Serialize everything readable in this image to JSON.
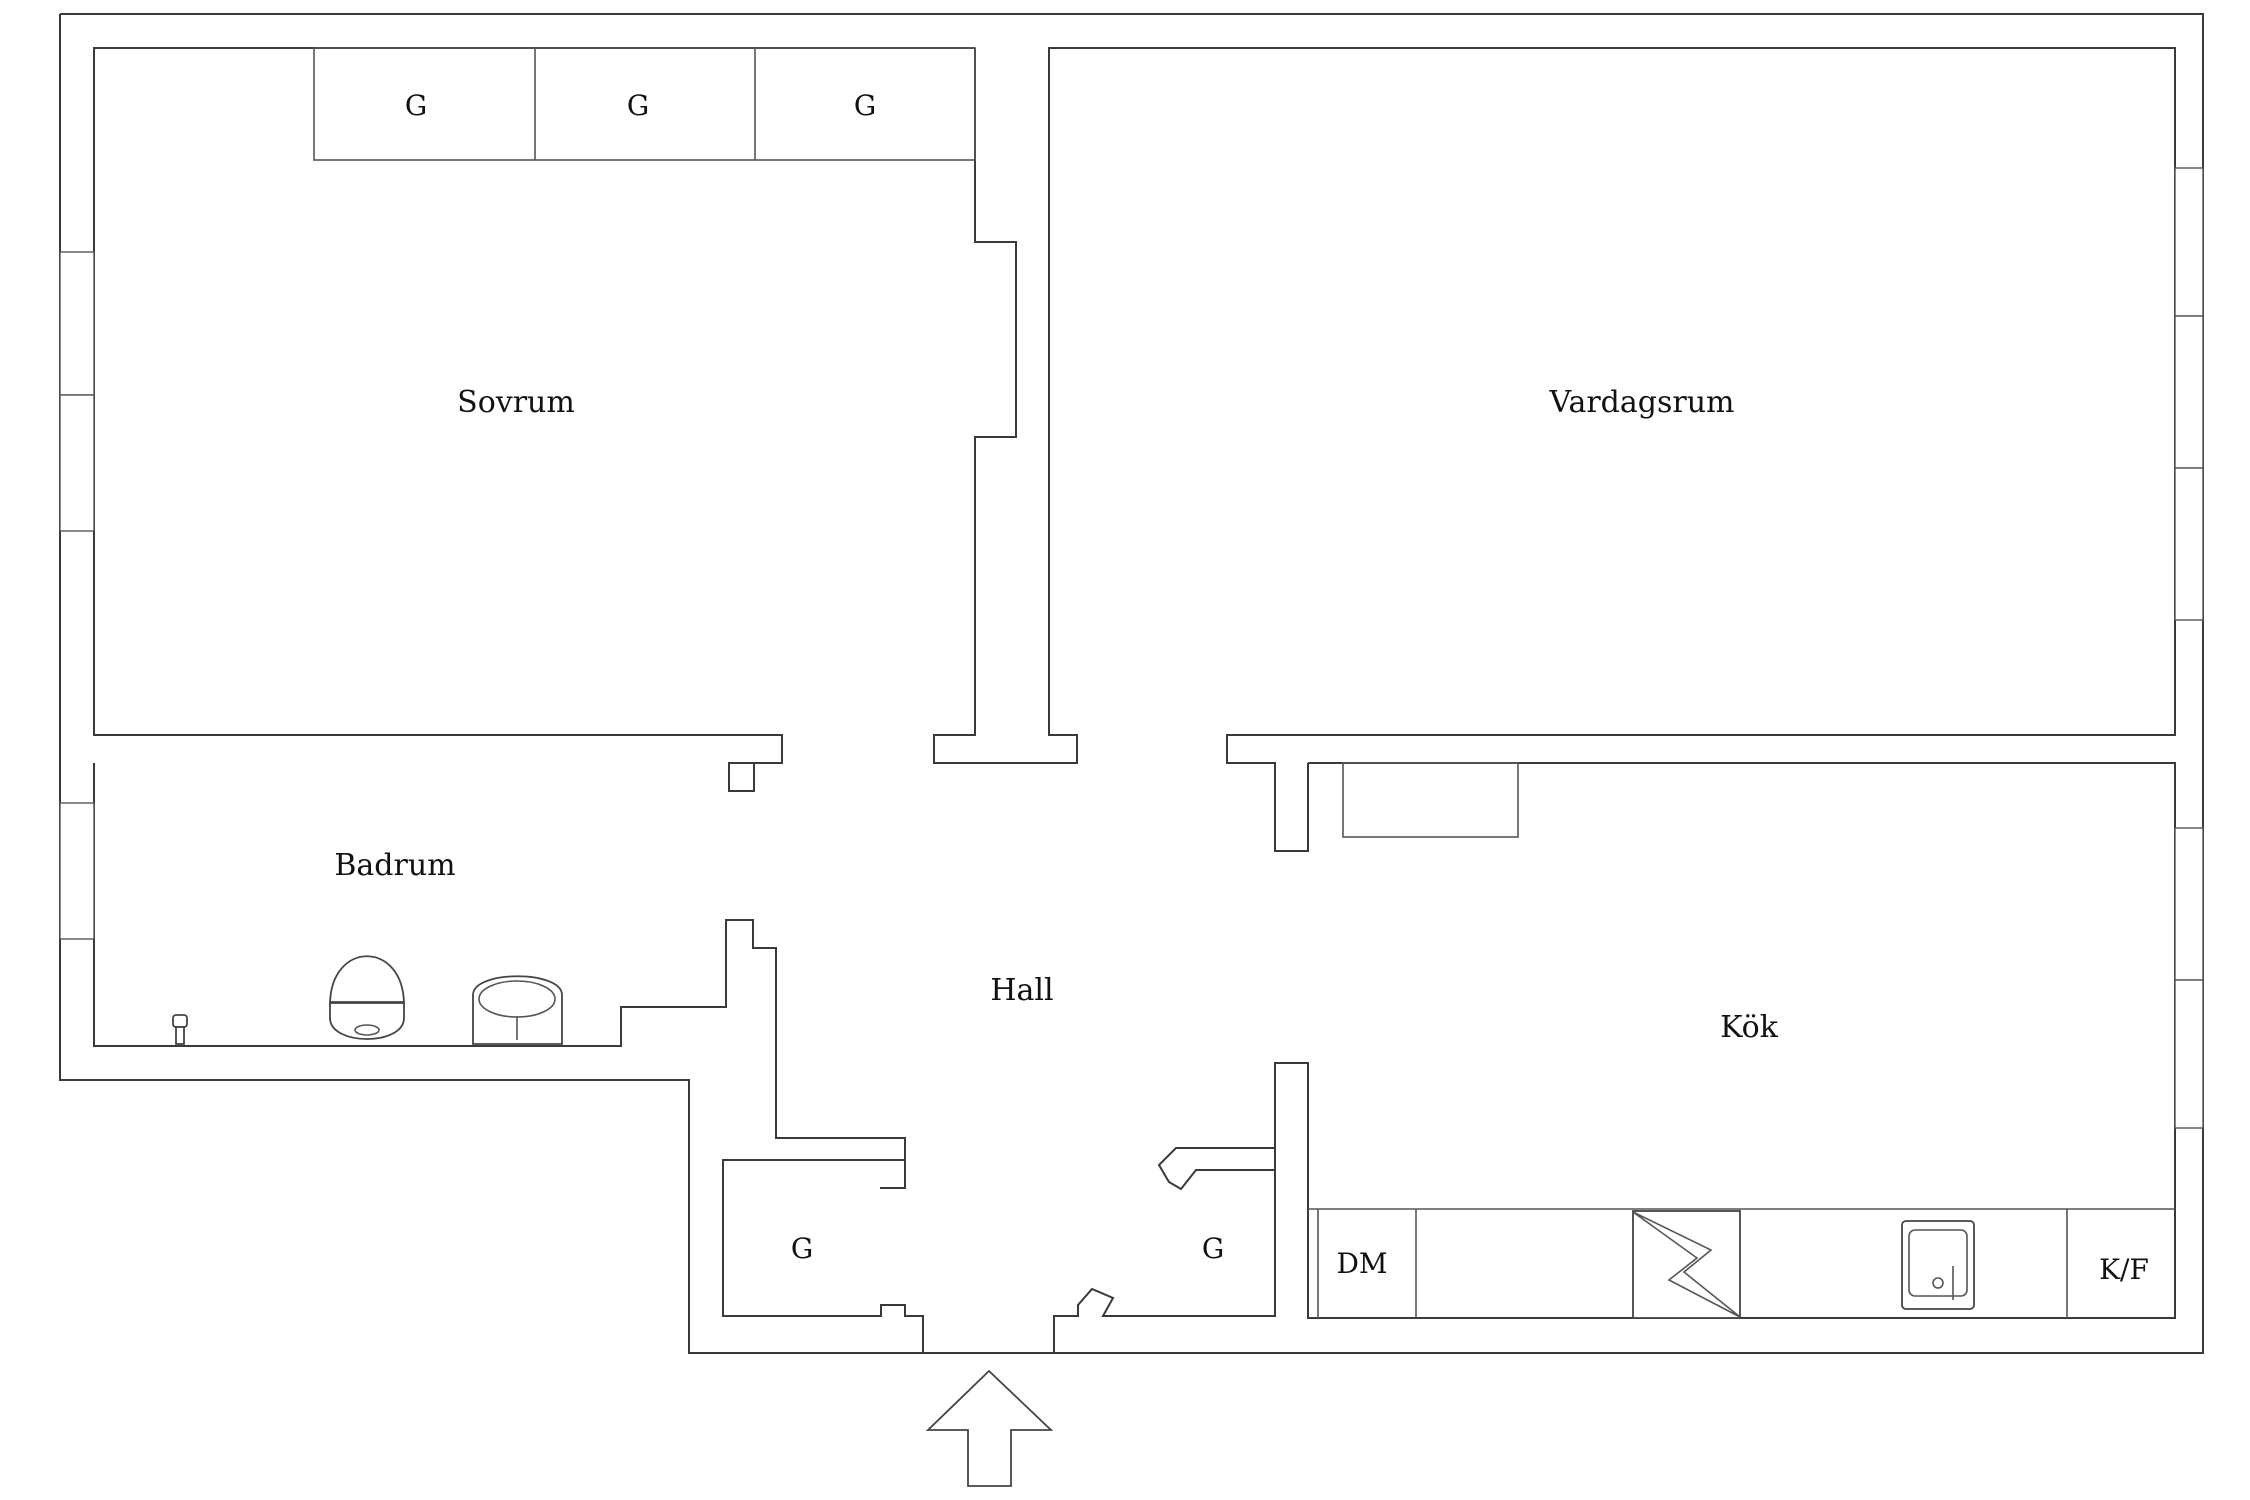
{
  "rooms": {
    "sovrum": "Sovrum",
    "vardagsrum": "Vardagsrum",
    "badrum": "Badrum",
    "hall": "Hall",
    "kok": "Kök"
  },
  "storage": {
    "wardrobe_1": "G",
    "wardrobe_2": "G",
    "wardrobe_3": "G",
    "hall_left": "G",
    "hall_right": "G"
  },
  "appliances": {
    "dishwasher": "DM",
    "fridge_freezer": "K/F"
  },
  "entrance_arrow": {
    "direction": "up",
    "icon": "entrance-arrow-icon"
  }
}
